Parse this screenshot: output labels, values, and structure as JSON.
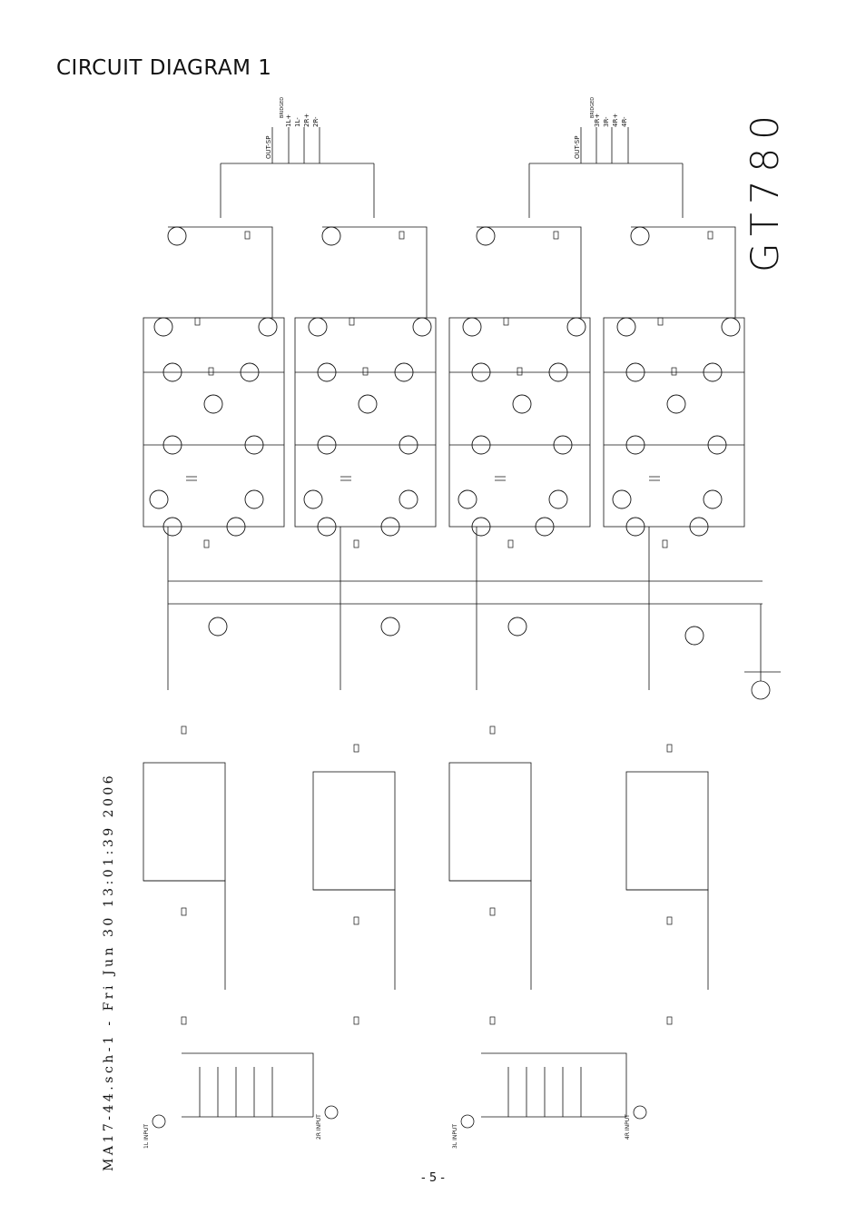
{
  "page": {
    "title": "CIRCUIT DIAGRAM 1",
    "page_number": "- 5 -",
    "file_stamp": "MA17-44.sch-1 - Fri Jun 30 13:01:39 2006",
    "model": "GT780"
  },
  "outputs": {
    "top_left_label": "OUT-SP",
    "top_left_bridged": "BRIDGED",
    "top_left_terminals": [
      "1L+",
      "1L-",
      "2R+",
      "2R-"
    ],
    "top_right_label": "OUT-SP",
    "top_right_bridged": "BRIDGED",
    "top_right_terminals": [
      "3R+",
      "3R-",
      "4R+",
      "4R-"
    ]
  },
  "inputs": [
    "1L INPUT",
    "2R INPUT",
    "3L INPUT",
    "4R INPUT"
  ],
  "colors": {
    "ink": "#111111",
    "paper": "#ffffff"
  }
}
